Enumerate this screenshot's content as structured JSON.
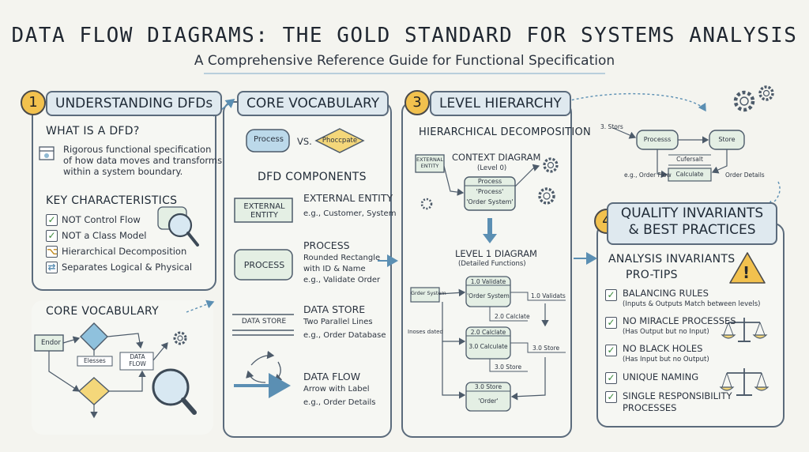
{
  "header": {
    "title": "DATA FLOW DIAGRAMS: THE GOLD STANDARD FOR SYSTEMS ANALYSIS",
    "subtitle": "A Comprehensive Reference Guide for Functional Specification"
  },
  "panel1": {
    "number": "1",
    "heading": "UNDERSTANDING DFDs",
    "what_title": "WHAT IS A DFD?",
    "what_lines": [
      "Rigorous functional specification",
      "of how data moves and transforms",
      "within a system boundary."
    ],
    "key_title": "KEY CHARACTERISTICS",
    "key_items": [
      "NOT Control Flow",
      "NOT a Class Model",
      "Hierarchical Decomposition",
      "Separates Logical & Physical"
    ]
  },
  "vocab_mini": {
    "heading": "CORE VOCABULARY",
    "labels": [
      "Endor",
      "Elesses",
      "DATA FLOW"
    ]
  },
  "panel2": {
    "heading": "CORE VOCABULARY",
    "process_label": "Process",
    "vs": "VS.",
    "decision_label": "Phoccpate",
    "components_title": "DFD COMPONENTS",
    "components": [
      {
        "shape_label": "EXTERNAL ENTITY",
        "name": "EXTERNAL ENTITY",
        "lines": [
          "e.g., Customer, System"
        ]
      },
      {
        "shape_label": "PROCESS",
        "name": "PROCESS",
        "lines": [
          "Rounded Rectangle",
          "with ID & Name",
          "e.g., Validate Order"
        ]
      },
      {
        "shape_label": "DATA STORE",
        "name": "DATA STORE",
        "lines": [
          "Two Parallel Lines",
          "e.g., Order Database"
        ]
      },
      {
        "shape_label": "",
        "name": "DATA FLOW",
        "lines": [
          "Arrow with Label",
          "e.g., Order Details"
        ]
      }
    ]
  },
  "panel3": {
    "number": "3",
    "heading": "LEVEL HIERARCHY",
    "decomp_title": "HIERARCHICAL DECOMPOSITION",
    "context_title": "CONTEXT DIAGRAM",
    "context_level": "(Level 0)",
    "external_entity": "EXTERNAL ENTITY",
    "process_header": "Process",
    "process_body1": "'Process'",
    "process_body2": "'Order System'",
    "level1_title": "LEVEL 1 DIAGRAM",
    "level1_sub": "(Detailed Functions)",
    "ext1": "Grder System",
    "inoses": "Inoses dated",
    "proc_a_h": "1.0 Validate",
    "proc_a_b": "'Order System",
    "flow_a": "1.0 Validats",
    "flow_b": "2.0 Calclate",
    "proc_b_h": "2.0 Calclate",
    "proc_b_b": "3.0 Calculate",
    "flow_c": "3.0 Store",
    "flow_d": "3.0 Store",
    "proc_c_h": "3.0  Store",
    "proc_c_b": "'Order'"
  },
  "topright": {
    "label_stores": "3. Stors",
    "process": "Processs",
    "store": "Store",
    "cust": "Cufersalt",
    "calc": "Calculate",
    "eg": "e.g., Order Flow",
    "details": "Order Details"
  },
  "panel4": {
    "number": "4",
    "heading_line1": "QUALITY INVARIANTS",
    "heading_line2": "& BEST PRACTICES",
    "analysis_title": "ANALYSIS INVARIANTS",
    "protips": "PRO-TIPS",
    "tips": [
      {
        "title": "BALANCING RULES",
        "sub": "(Inputs & Outputs Match between levels)"
      },
      {
        "title": "NO MIRACLE PROCESSES",
        "sub": "(Has Output but no Input)"
      },
      {
        "title": "NO BLACK HOLES",
        "sub": "(Has Input but no Output)"
      },
      {
        "title": "UNIQUE NAMING",
        "sub": ""
      },
      {
        "title": "SINGLE RESPONSIBILITY",
        "sub": "PROCESSES"
      }
    ],
    "warning_glyph": "!"
  },
  "colors": {
    "accent_number": "#f2c14e",
    "header_fill": "#dfe9ef",
    "process_fill": "#e4efe4",
    "decision_fill": "#f4d77a",
    "arrow_blue": "#5b8fb3",
    "check_green": "#3a8a3a"
  }
}
